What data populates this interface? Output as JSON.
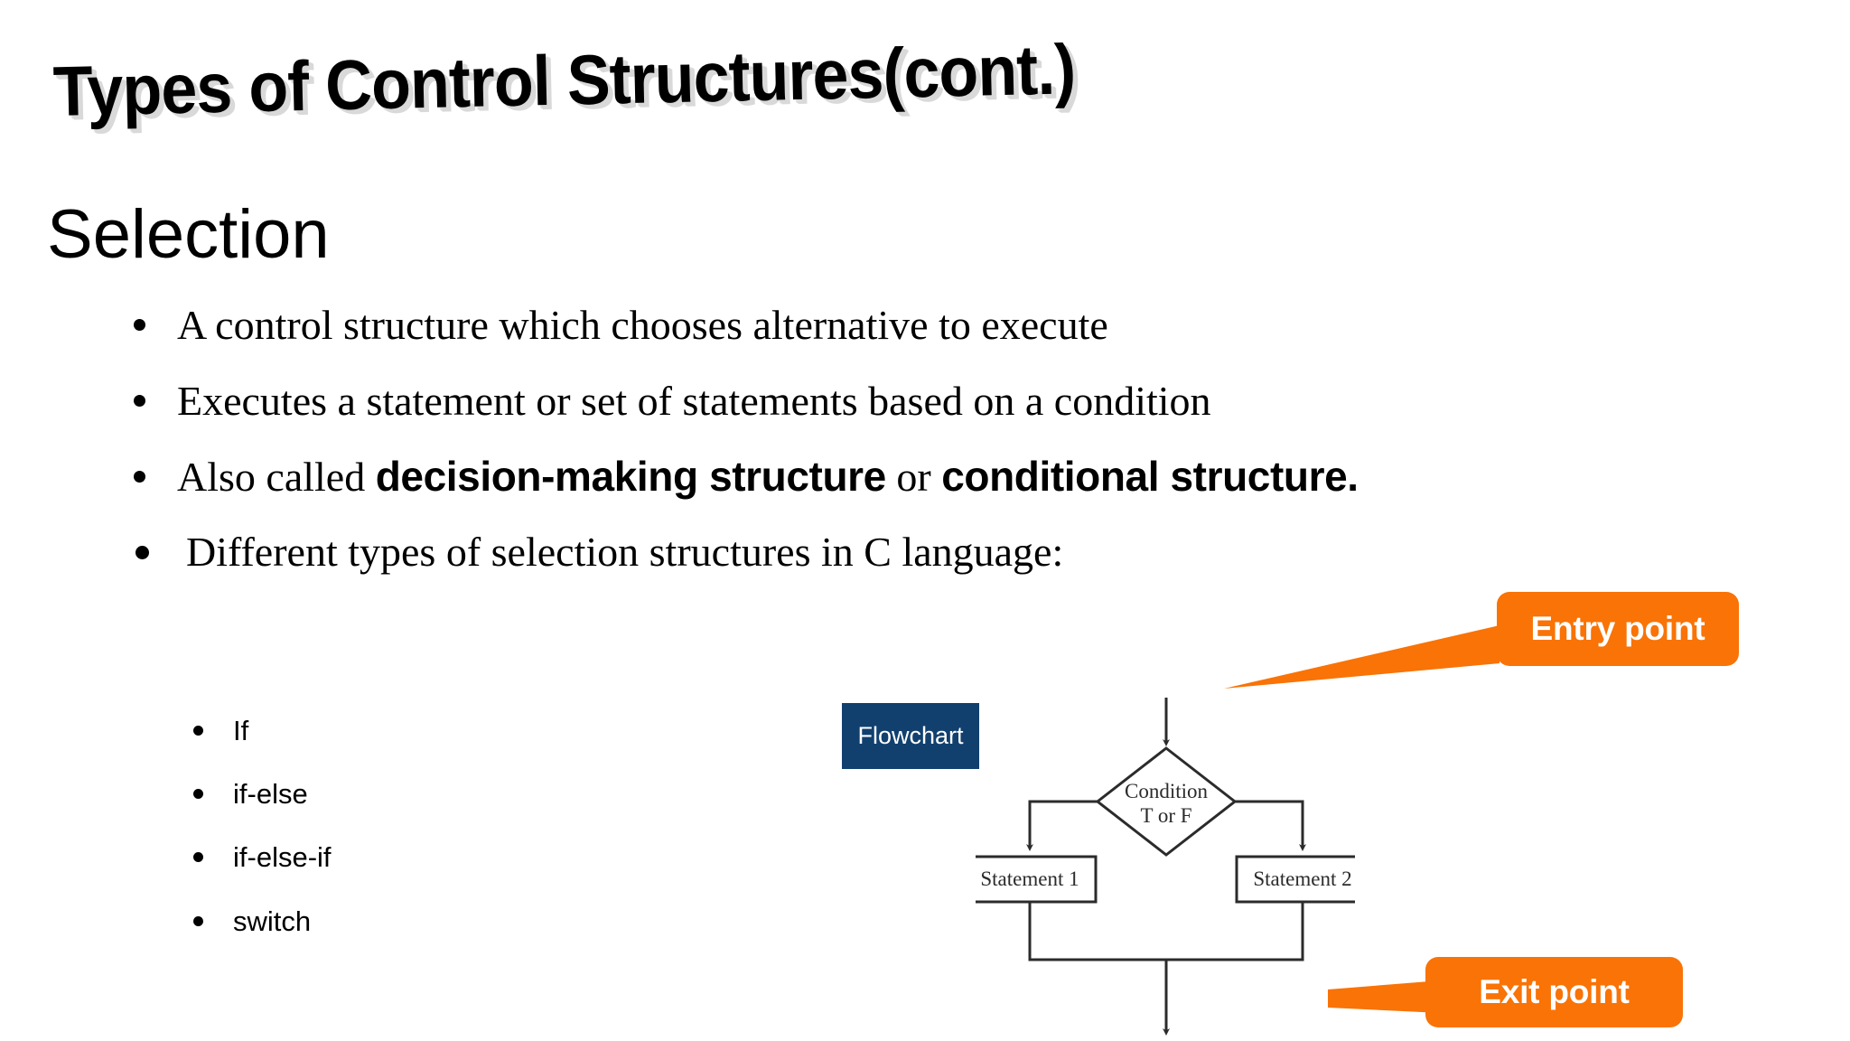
{
  "slide": {
    "title": "Types of Control Structures(cont.)",
    "heading": "Selection",
    "background_color": "#ffffff"
  },
  "bullets": [
    {
      "text": "A control structure which chooses alternative to execute"
    },
    {
      "text": "Executes a statement or set of statements based on a condition"
    },
    {
      "parts": {
        "lead": "Also called ",
        "bold1": "decision-making structure",
        "mid": " or ",
        "bold2": "conditional structure."
      }
    },
    {
      "text": " Different types of selection structures in C language:"
    }
  ],
  "sub_bullets": [
    {
      "label": "If"
    },
    {
      "label": "if-else"
    },
    {
      "label": "if-else-if"
    },
    {
      "label": "switch"
    }
  ],
  "flowchart": {
    "chip_label": "Flowchart",
    "chip_color": "#11406F",
    "decision_line1": "Condition",
    "decision_line2": "T or F",
    "branch_left_label": "Statement 1",
    "branch_right_label": "Statement 2",
    "stroke_color": "#2b2b2b"
  },
  "callouts": {
    "color": "#F97306",
    "entry_label": "Entry point",
    "exit_label": "Exit point"
  }
}
